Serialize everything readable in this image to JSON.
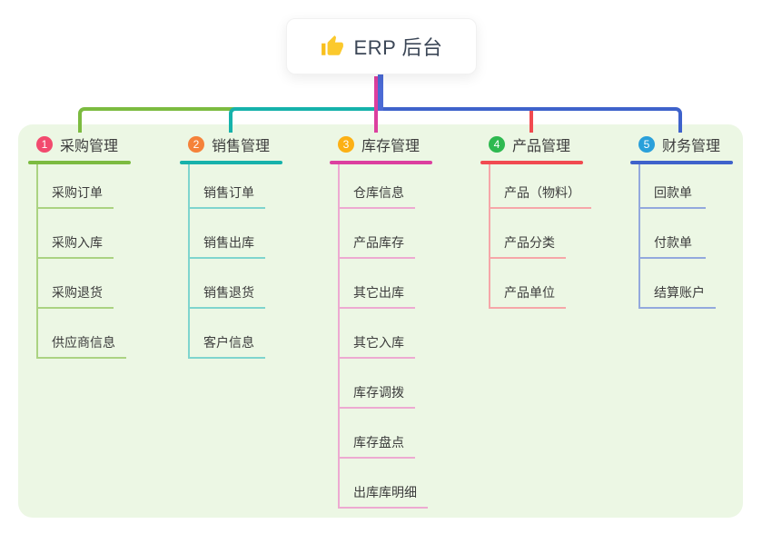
{
  "root": {
    "label": "ERP 后台",
    "icon": "thumbs-up-icon",
    "icon_color": "#f8bf1d"
  },
  "canvas": {
    "background": "#ffffff",
    "panel_background": "#ecf7e4",
    "root_connector_color": "#4b6ad5",
    "root_text_color": "#3c4757"
  },
  "branches": [
    {
      "index": "1",
      "label": "采购管理",
      "badge_color": "#f24a6e",
      "color": "#7cbb40",
      "color_light": "#abd382",
      "children": [
        "采购订单",
        "采购入库",
        "采购退货",
        "供应商信息"
      ]
    },
    {
      "index": "2",
      "label": "销售管理",
      "badge_color": "#f5823a",
      "color": "#16b2ab",
      "color_light": "#7fd5ce",
      "children": [
        "销售订单",
        "销售出库",
        "销售退货",
        "客户信息"
      ]
    },
    {
      "index": "3",
      "label": "库存管理",
      "badge_color": "#fcb014",
      "color": "#dc3f9f",
      "color_light": "#edaad1",
      "children": [
        "仓库信息",
        "产品库存",
        "其它出库",
        "其它入库",
        "库存调拨",
        "库存盘点",
        "出库库明细"
      ]
    },
    {
      "index": "4",
      "label": "产品管理",
      "badge_color": "#2eb950",
      "color": "#f14a50",
      "color_light": "#f6a7a9",
      "children": [
        "产品（物料）",
        "产品分类",
        "产品单位"
      ]
    },
    {
      "index": "5",
      "label": "财务管理",
      "badge_color": "#2aa0da",
      "color": "#3e62cb",
      "color_light": "#93a9dd",
      "children": [
        "回款单",
        "付款单",
        "结算账户"
      ]
    }
  ]
}
